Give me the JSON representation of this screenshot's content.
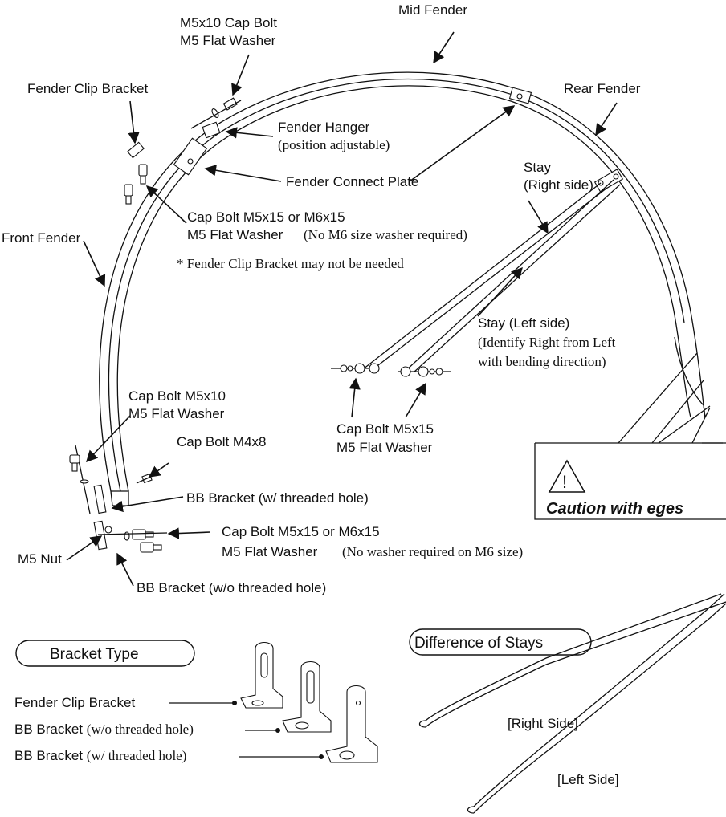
{
  "labels": {
    "mid_fender": "Mid Fender",
    "cap_bolt_m5x10_top": "M5x10 Cap Bolt",
    "m5_flat_washer_top": "M5 Flat Washer",
    "fender_clip_bracket": "Fender Clip Bracket",
    "rear_fender": "Rear Fender",
    "fender_hanger": "Fender Hanger",
    "fender_hanger_note": "(position adjustable)",
    "fender_connect_plate": "Fender Connect Plate",
    "stay_right_1": "Stay",
    "stay_right_2": "(Right side)",
    "cap_bolt_m5x15_m6x15_1": "Cap Bolt M5x15 or M6x15",
    "m5_flat_washer_1": "M5 Flat Washer",
    "m5_flat_washer_1_note": "(No M6 size washer required)",
    "front_fender": "Front Fender",
    "clip_note": "* Fender Clip Bracket may not be needed",
    "stay_left": "Stay (Left side)",
    "stay_left_note_1": "(Identify Right from Left",
    "stay_left_note_2": "with bending direction)",
    "cap_bolt_m5x10_bb": "Cap Bolt M5x10",
    "m5_flat_washer_bb": "M5 Flat Washer",
    "cap_bolt_m4x8": "Cap Bolt M4x8",
    "cap_bolt_m5x15_stay": "Cap Bolt M5x15",
    "m5_flat_washer_stay": "M5 Flat Washer",
    "bb_bracket_threaded": "BB Bracket",
    "bb_bracket_threaded_note": "(w/ threaded hole)",
    "cap_bolt_m5x15_m6x15_2": "Cap Bolt M5x15 or M6x15",
    "m5_flat_washer_2": "M5 Flat Washer",
    "m5_flat_washer_2_note": "(No washer required on M6 size)",
    "m5_nut": "M5 Nut",
    "bb_bracket_unthreaded": "BB Bracket",
    "bb_bracket_unthreaded_note": "(w/o threaded hole)"
  },
  "caution": {
    "symbol": "!",
    "text": "Caution with eges"
  },
  "bracket_type": {
    "title": "Bracket Type",
    "items": [
      {
        "name": "Fender Clip Bracket",
        "note": ""
      },
      {
        "name": "BB Bracket",
        "note": "(w/o threaded hole)"
      },
      {
        "name": "BB Bracket",
        "note": "(w/ threaded hole)"
      }
    ]
  },
  "stays_diff": {
    "title": "Difference of Stays",
    "right": "[Right Side]",
    "left": "[Left Side]"
  },
  "icons": [
    "warning-triangle-icon"
  ]
}
